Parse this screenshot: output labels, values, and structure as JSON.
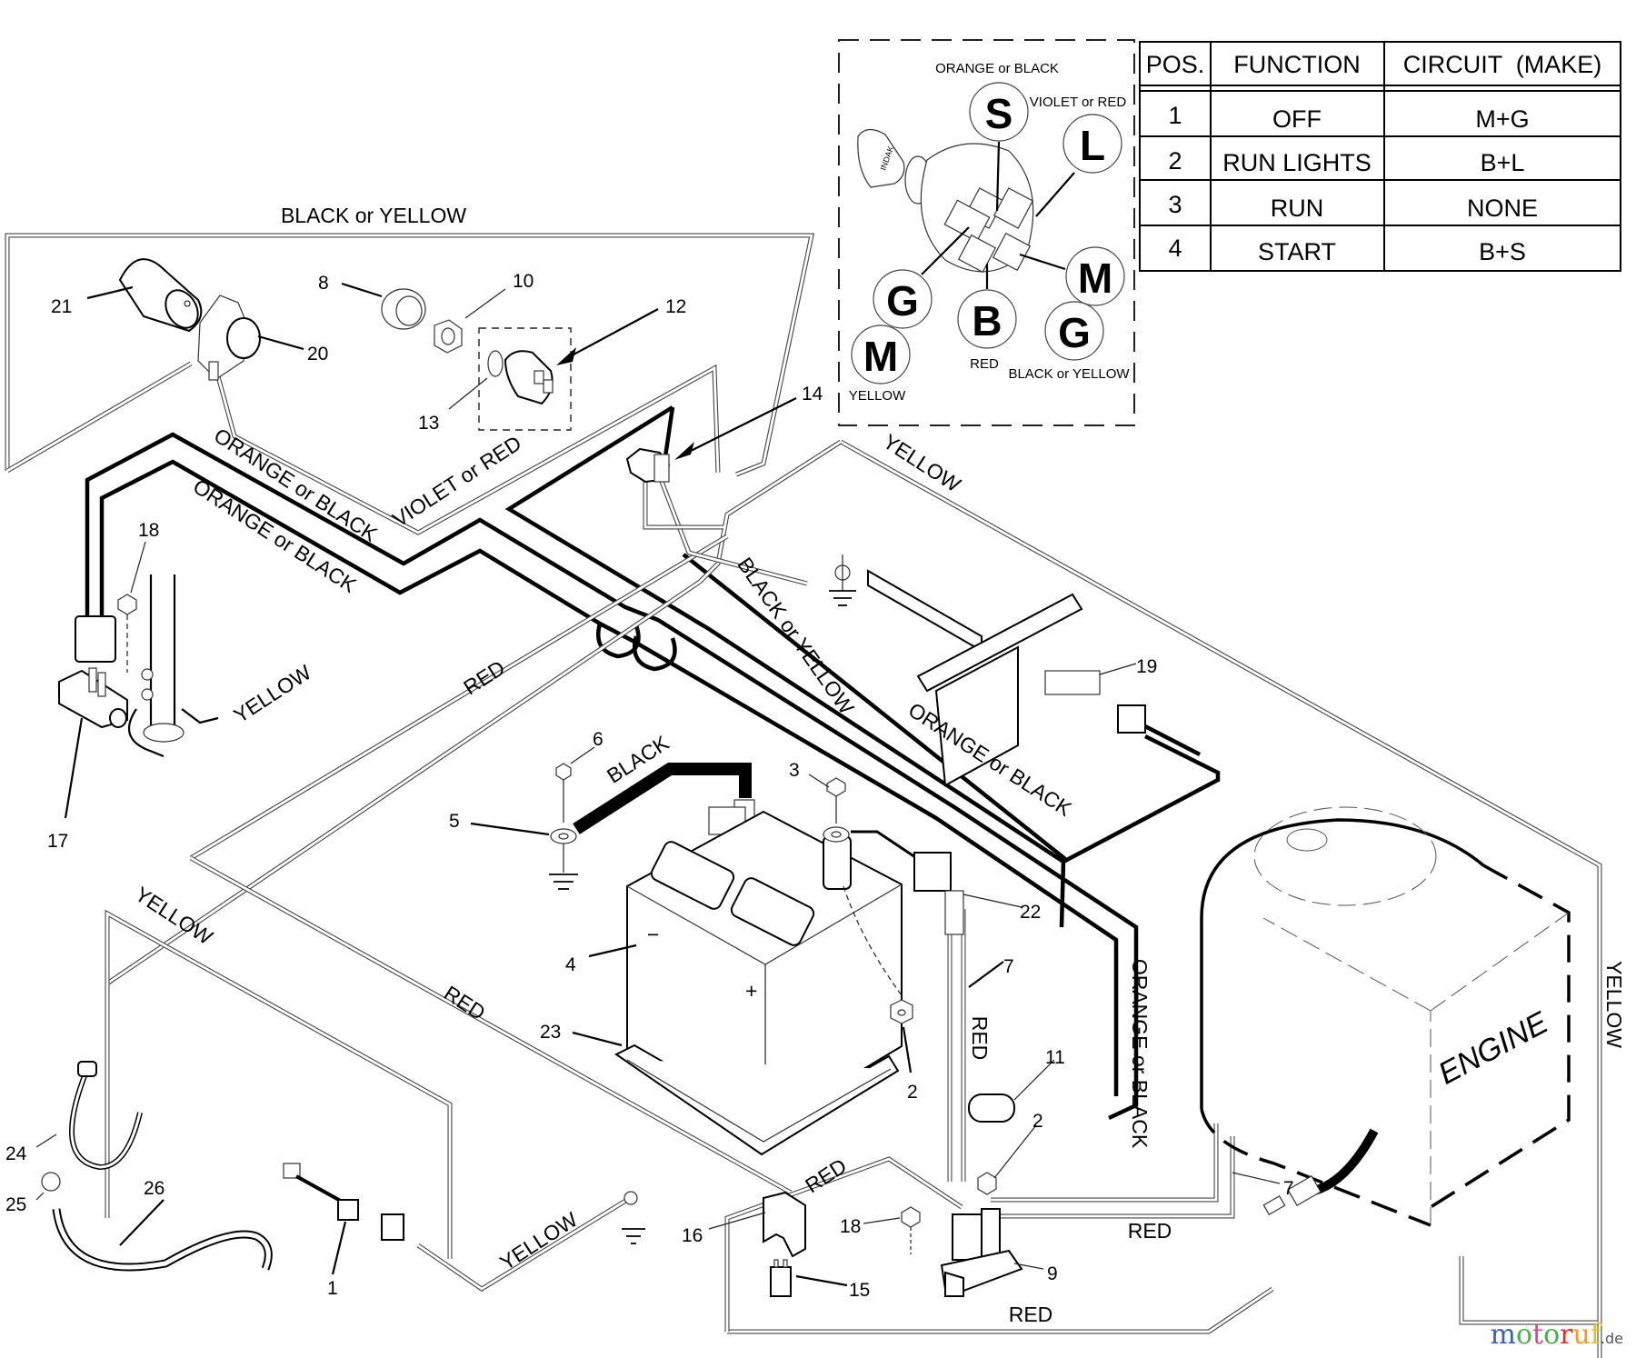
{
  "diagram": {
    "title": "Lawn tractor electrical wiring diagram",
    "switch_detail": {
      "wire_labels": {
        "S": "ORANGE or BLACK",
        "L": "VIOLET or RED",
        "B": "RED",
        "G_right": "BLACK or YELLOW",
        "M_left": "YELLOW"
      },
      "terminals": [
        "S",
        "L",
        "M",
        "G",
        "B",
        "G",
        "M"
      ],
      "key_brand": "INDAK"
    },
    "table": {
      "headers": [
        "POS.",
        "FUNCTION",
        "CIRCUIT  (MAKE)"
      ],
      "rows": [
        {
          "pos": "1",
          "function": "OFF",
          "circuit": "M+G"
        },
        {
          "pos": "2",
          "function": "RUN LIGHTS",
          "circuit": "B+L"
        },
        {
          "pos": "3",
          "function": "RUN",
          "circuit": "NONE"
        },
        {
          "pos": "4",
          "function": "START",
          "circuit": "B+S"
        }
      ]
    },
    "wire_labels": {
      "top_black_or_yellow": "BLACK or YELLOW",
      "orange_or_black_upper": "ORANGE or BLACK",
      "orange_or_black_lower": "ORANGE or BLACK",
      "violet_or_red": "VIOLET or RED",
      "yellow_top_right": "YELLOW",
      "black_or_yellow_diag": "BLACK or YELLOW",
      "yellow_left": "YELLOW",
      "red_middle": "RED",
      "black_battery": "BLACK",
      "orange_or_black_right": "ORANGE or BLACK",
      "yellow_bottom_left": "YELLOW",
      "red_left_diag": "RED",
      "red_vertical": "RED",
      "orange_or_black_vertical": "ORANGE or BLACK",
      "yellow_right_vertical": "YELLOW",
      "red_near_16": "RED",
      "red_right_of_9": "RED",
      "red_bottom": "RED",
      "yellow_bottom": "YELLOW"
    },
    "engine_label": "ENGINE",
    "callouts": {
      "c21": "21",
      "c20": "20",
      "c8": "8",
      "c10": "10",
      "c12": "12",
      "c13": "13",
      "c14": "14",
      "c18a": "18",
      "c17": "17",
      "c6": "6",
      "c5": "5",
      "c3": "3",
      "c4": "4",
      "c23": "23",
      "c2a": "2",
      "c22": "22",
      "c7a": "7",
      "c11": "11",
      "c2b": "2",
      "c18b": "18",
      "c16": "16",
      "c15": "15",
      "c9": "9",
      "c7b": "7",
      "c19": "19",
      "c24": "24",
      "c25": "25",
      "c26": "26",
      "c1": "1"
    },
    "battery_marks": {
      "negative": "−",
      "positive": "+"
    }
  },
  "watermark": {
    "letters": [
      {
        "ch": "m",
        "color": "#3a62b8"
      },
      {
        "ch": "o",
        "color": "#4caf50"
      },
      {
        "ch": "t",
        "color": "#e0458f"
      },
      {
        "ch": "o",
        "color": "#4caf50"
      },
      {
        "ch": "r",
        "color": "#d9302c"
      },
      {
        "ch": "u",
        "color": "#f39a1f"
      },
      {
        "ch": "f",
        "color": "#e8c21a"
      }
    ],
    "tld": ".de"
  }
}
